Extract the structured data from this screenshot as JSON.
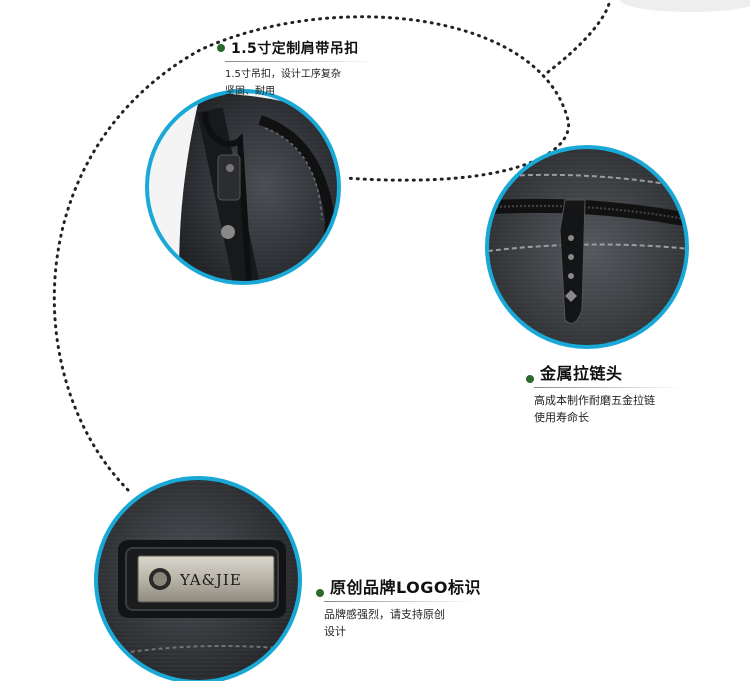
{
  "features": [
    {
      "title": "1.5寸定制肩带吊扣",
      "desc_lines": [
        "1.5寸吊扣，设计工序复杂",
        "坚固、耐用"
      ]
    },
    {
      "title": "金属拉链头",
      "desc_lines": [
        "高成本制作耐磨五金拉链",
        "使用寿命长"
      ]
    },
    {
      "title": "原创品牌LOGO标识",
      "desc_lines": [
        "品牌感强烈，请支持原创",
        "设计"
      ]
    }
  ],
  "logo_plate": {
    "brand": "YA&JIE"
  },
  "colors": {
    "ring": "#1aa9d6",
    "bullet": "#2a6a2a",
    "fabric": "#3a3d42"
  }
}
